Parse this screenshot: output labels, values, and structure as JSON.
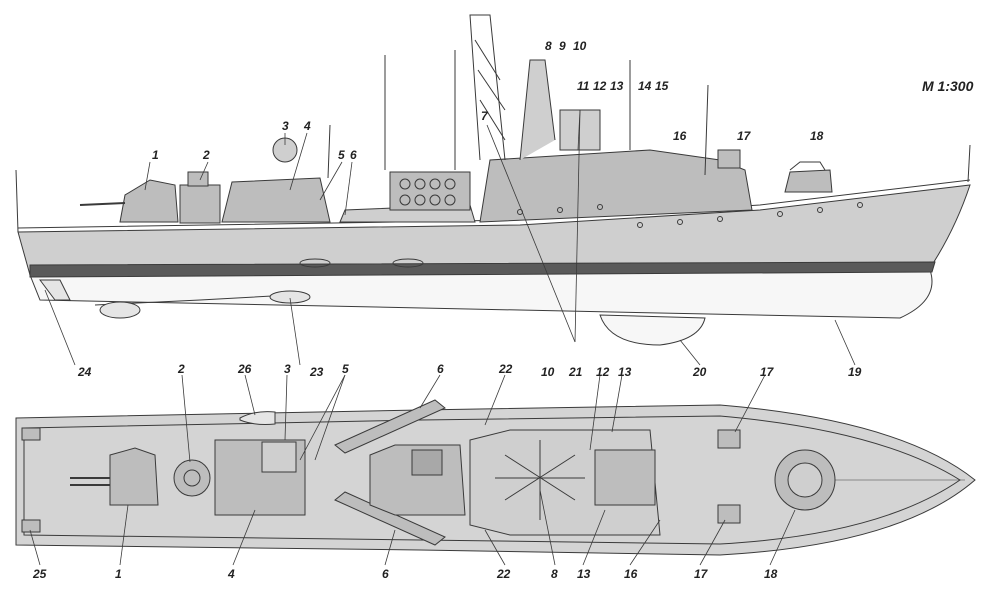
{
  "scale": "M 1:300",
  "colors": {
    "hull": "#cfcfcf",
    "superstructure": "#bdbdbd",
    "outline": "#3a3a3a",
    "stripe": "#5a5a5a",
    "underwater": "#f4f4f4"
  },
  "side_view": {
    "labels": [
      "1",
      "2",
      "3",
      "4",
      "5",
      "6",
      "7",
      "8",
      "9",
      "10",
      "11",
      "12",
      "13",
      "14",
      "15",
      "16",
      "17",
      "18",
      "19",
      "20",
      "21",
      "23",
      "24"
    ]
  },
  "top_view": {
    "labels": [
      "2",
      "26",
      "3",
      "5",
      "6",
      "22",
      "10",
      "12",
      "13",
      "17",
      "1",
      "4",
      "25",
      "6",
      "22",
      "8",
      "13",
      "16",
      "17",
      "18"
    ]
  }
}
